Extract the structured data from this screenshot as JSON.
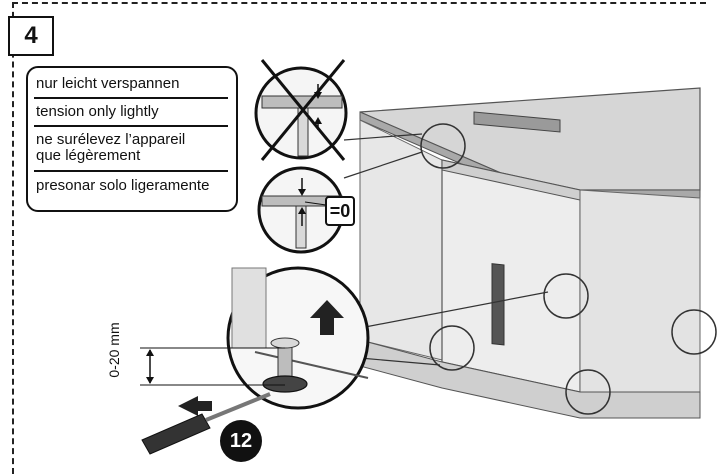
{
  "step": {
    "number": "4"
  },
  "instructions": {
    "de": "nur leicht verspannen",
    "en": "tension only lightly",
    "fr_line1": "ne surélevez l’appareil",
    "fr_line2": "que légèrement",
    "es": "presonar solo ligeramente"
  },
  "adjust_range": "0-20 mm",
  "gap_label": "=0",
  "tool_badge": "12"
}
